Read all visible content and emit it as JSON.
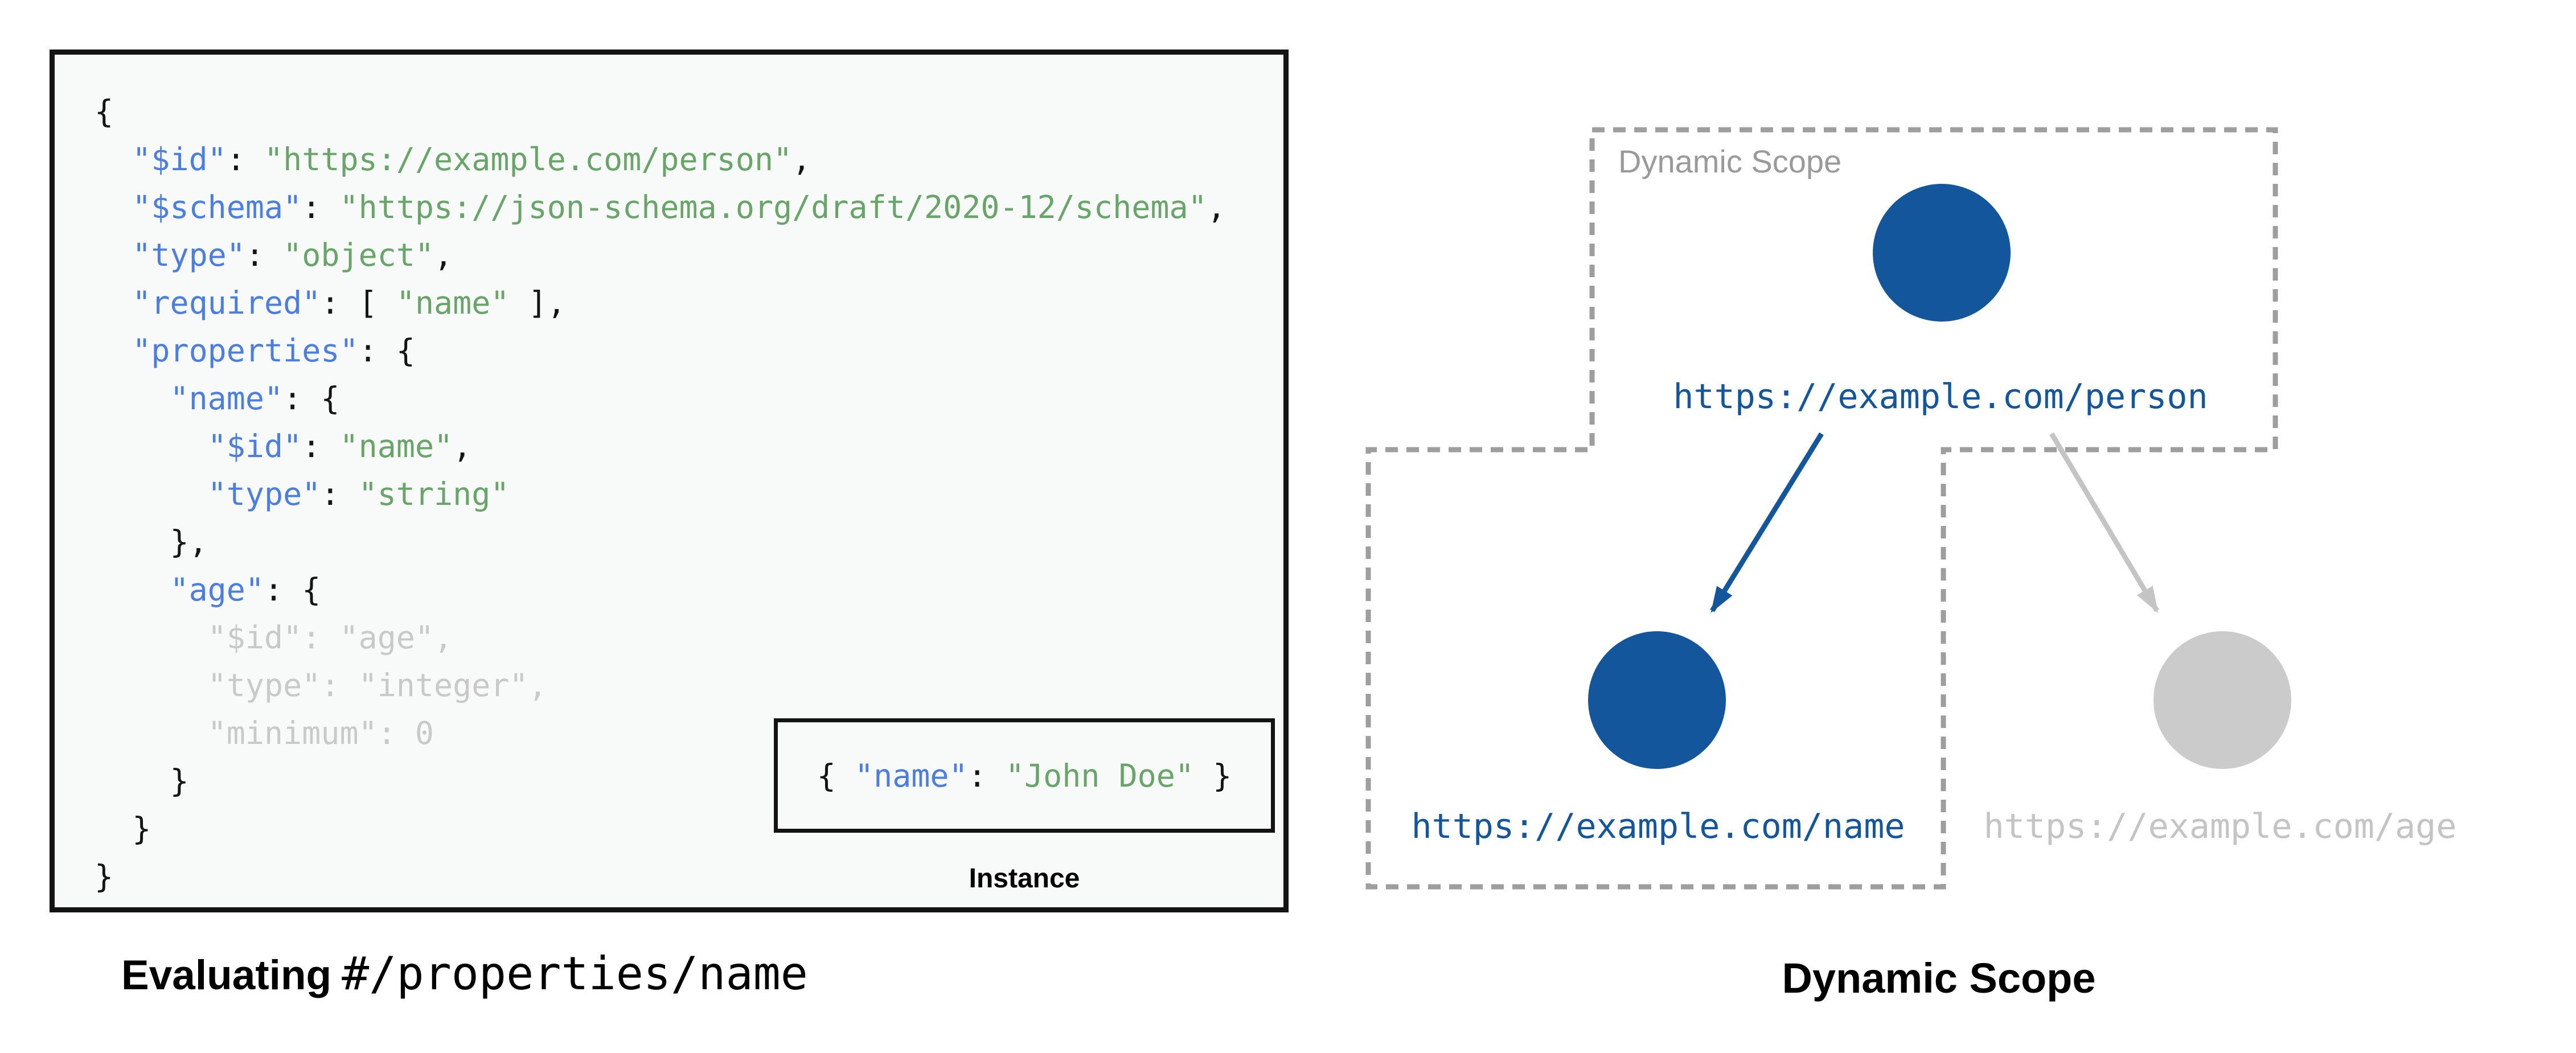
{
  "colors": {
    "code_key": "#4C7EE1",
    "code_string": "#69A569",
    "code_plain": "#141414",
    "code_dim": "#C9C9C9",
    "node_active": "#14569B",
    "node_inactive": "#CBCBCB",
    "inactive_text": "#C4C4C4",
    "dash_border": "#9E9E9E",
    "scope_label": "#9A9A9A",
    "panel_bg": "#F8F9F9",
    "panel_border": "#131313",
    "caption_text": "#000000"
  },
  "schema_panel": {
    "instance_label": "Instance",
    "instance_tokens": [
      {
        "t": "p",
        "v": "{ "
      },
      {
        "t": "k",
        "v": "\"name\""
      },
      {
        "t": "p",
        "v": ": "
      },
      {
        "t": "s",
        "v": "\"John Doe\""
      },
      {
        "t": "p",
        "v": " }"
      }
    ],
    "lines": [
      {
        "tokens": [
          {
            "t": "p",
            "v": "{"
          }
        ]
      },
      {
        "tokens": [
          {
            "t": "p",
            "v": "  "
          },
          {
            "t": "k",
            "v": "\"$id\""
          },
          {
            "t": "p",
            "v": ": "
          },
          {
            "t": "s",
            "v": "\"https://example.com/person\""
          },
          {
            "t": "p",
            "v": ","
          }
        ]
      },
      {
        "tokens": [
          {
            "t": "p",
            "v": "  "
          },
          {
            "t": "k",
            "v": "\"$schema\""
          },
          {
            "t": "p",
            "v": ": "
          },
          {
            "t": "s",
            "v": "\"https://json-schema.org/draft/2020-12/schema\""
          },
          {
            "t": "p",
            "v": ","
          }
        ]
      },
      {
        "tokens": [
          {
            "t": "p",
            "v": "  "
          },
          {
            "t": "k",
            "v": "\"type\""
          },
          {
            "t": "p",
            "v": ": "
          },
          {
            "t": "s",
            "v": "\"object\""
          },
          {
            "t": "p",
            "v": ","
          }
        ]
      },
      {
        "tokens": [
          {
            "t": "p",
            "v": "  "
          },
          {
            "t": "k",
            "v": "\"required\""
          },
          {
            "t": "p",
            "v": ": [ "
          },
          {
            "t": "s",
            "v": "\"name\""
          },
          {
            "t": "p",
            "v": " ],"
          }
        ]
      },
      {
        "tokens": [
          {
            "t": "p",
            "v": "  "
          },
          {
            "t": "k",
            "v": "\"properties\""
          },
          {
            "t": "p",
            "v": ": {"
          }
        ]
      },
      {
        "tokens": [
          {
            "t": "p",
            "v": "    "
          },
          {
            "t": "k",
            "v": "\"name\""
          },
          {
            "t": "p",
            "v": ": {"
          }
        ]
      },
      {
        "tokens": [
          {
            "t": "p",
            "v": "      "
          },
          {
            "t": "k",
            "v": "\"$id\""
          },
          {
            "t": "p",
            "v": ": "
          },
          {
            "t": "s",
            "v": "\"name\""
          },
          {
            "t": "p",
            "v": ","
          }
        ]
      },
      {
        "tokens": [
          {
            "t": "p",
            "v": "      "
          },
          {
            "t": "k",
            "v": "\"type\""
          },
          {
            "t": "p",
            "v": ": "
          },
          {
            "t": "s",
            "v": "\"string\""
          }
        ]
      },
      {
        "tokens": [
          {
            "t": "p",
            "v": "    },"
          }
        ]
      },
      {
        "tokens": [
          {
            "t": "p",
            "v": "    "
          },
          {
            "t": "k",
            "v": "\"age\""
          },
          {
            "t": "p",
            "v": ": {"
          }
        ]
      },
      {
        "dim": true,
        "tokens": [
          {
            "t": "p",
            "v": "      \"$id\": \"age\","
          }
        ]
      },
      {
        "dim": true,
        "tokens": [
          {
            "t": "p",
            "v": "      \"type\": \"integer\","
          }
        ]
      },
      {
        "dim": true,
        "tokens": [
          {
            "t": "p",
            "v": "      \"minimum\": 0"
          }
        ]
      },
      {
        "tokens": [
          {
            "t": "p",
            "v": "    }"
          }
        ]
      },
      {
        "tokens": [
          {
            "t": "p",
            "v": "  }"
          }
        ]
      },
      {
        "tokens": [
          {
            "t": "p",
            "v": "}"
          }
        ]
      }
    ]
  },
  "captions": {
    "left_bold": "Evaluating",
    "left_mono": "#/properties/name",
    "right": "Dynamic Scope"
  },
  "scope_diagram": {
    "scope_label": "Dynamic Scope",
    "nodes": [
      {
        "id": "person",
        "url": "https://example.com/person",
        "state": "active"
      },
      {
        "id": "name",
        "url": "https://example.com/name",
        "state": "active"
      },
      {
        "id": "age",
        "url": "https://example.com/age",
        "state": "inactive"
      }
    ]
  }
}
